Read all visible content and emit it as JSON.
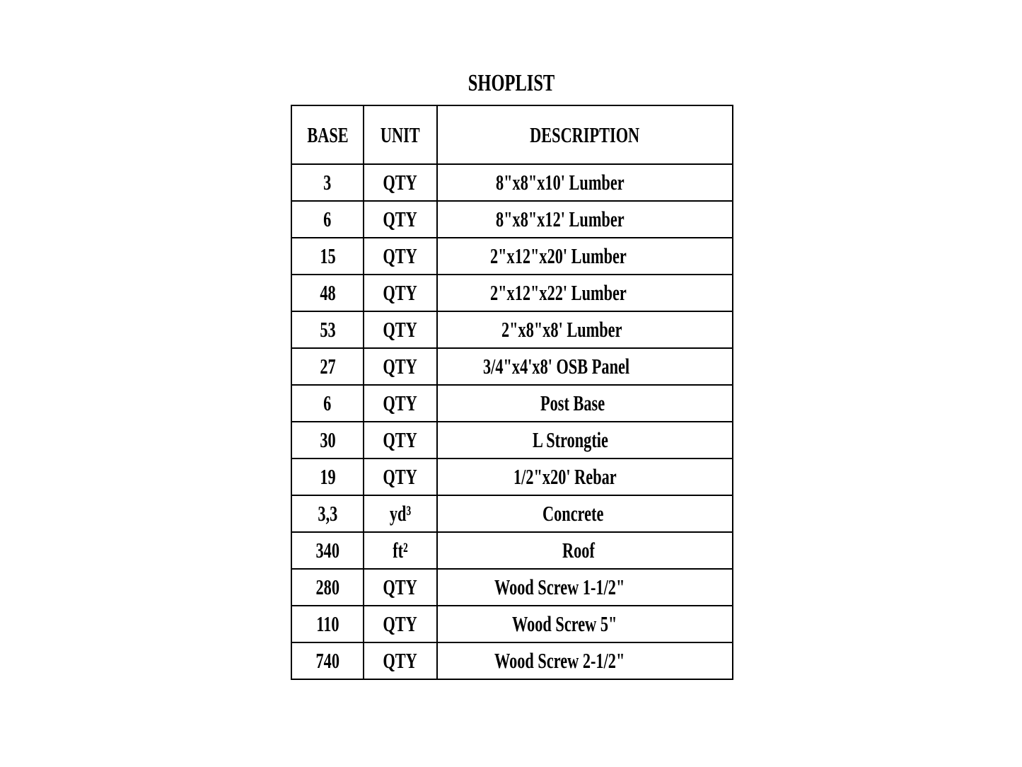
{
  "page": {
    "title": "SHOPLIST",
    "background_color": "#ffffff",
    "text_color": "#000000",
    "border_color": "#000000"
  },
  "table": {
    "headers": [
      {
        "label": "BASE"
      },
      {
        "label": "UNIT"
      },
      {
        "label": "DESCRIPTION"
      }
    ],
    "rows": [
      {
        "base": "3",
        "unit": "QTY",
        "description": "8\"x8\"x10' Lumber"
      },
      {
        "base": "6",
        "unit": "QTY",
        "description": "8\"x8\"x12' Lumber"
      },
      {
        "base": "15",
        "unit": "QTY",
        "description": "2\"x12\"x20' Lumber"
      },
      {
        "base": "48",
        "unit": "QTY",
        "description": "2\"x12\"x22' Lumber"
      },
      {
        "base": "53",
        "unit": "QTY",
        "description": "2\"x8\"x8' Lumber"
      },
      {
        "base": "27",
        "unit": "QTY",
        "description": "3/4\"x4'x8' OSB Panel"
      },
      {
        "base": "6",
        "unit": "QTY",
        "description": "Post Base"
      },
      {
        "base": "30",
        "unit": "QTY",
        "description": "L Strongtie"
      },
      {
        "base": "19",
        "unit": "QTY",
        "description": "1/2\"x20' Rebar"
      },
      {
        "base": "3,3",
        "unit": "yd³",
        "description": "Concrete"
      },
      {
        "base": "340",
        "unit": "ft²",
        "description": "Roof"
      },
      {
        "base": "280",
        "unit": "QTY",
        "description": "Wood Screw 1-1/2\""
      },
      {
        "base": "110",
        "unit": "QTY",
        "description": "Wood Screw 5\""
      },
      {
        "base": "740",
        "unit": "QTY",
        "description": "Wood Screw 2-1/2\""
      }
    ]
  }
}
